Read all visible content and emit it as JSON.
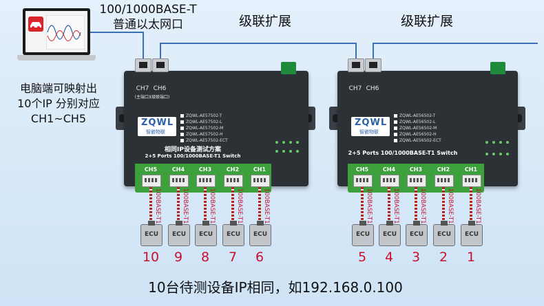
{
  "header": {
    "port_title_line1": "100/1000BASE-T",
    "port_title_line2": "普通以太网口",
    "cascade_label_1": "级联扩展",
    "cascade_label_2": "级联扩展"
  },
  "pc_caption": {
    "line1": "电脑端可映射出",
    "line2": "10个IP 分别对应",
    "line3": "CH1~CH5"
  },
  "switch_left": {
    "port_ch7": "CH7",
    "port_ch6": "CH6",
    "port_ch7_sub": "(主端口)",
    "port_ch6_sub": "(级联端口)",
    "brand": "ZQWL",
    "brand_cn": "智嵌物联",
    "models": [
      "ZQWL-AE57502-T",
      "ZQWL-AE57502-L",
      "ZQWL-AE57502-M",
      "ZQWL-AE57502-H",
      "ZQWL-AE57502-ECT"
    ],
    "solution_title": "相同IP设备测试方案",
    "product_name": "2+5 Ports 100/1000BASE-T1 Switch",
    "channels": [
      "CH5",
      "CH4",
      "CH3",
      "CH2",
      "CH1"
    ]
  },
  "switch_right": {
    "port_ch7": "CH7",
    "port_ch6": "CH6",
    "brand": "ZQWL",
    "brand_cn": "智嵌物联",
    "models": [
      "ZQWL-AE56502-T",
      "ZQWL-AE56502-L",
      "ZQWL-AE56502-M",
      "ZQWL-AE56502-H",
      "ZQWL-AE56502-ECT"
    ],
    "product_name": "2+5 Ports 100/1000BASE-T1 Switch",
    "channels": [
      "CH5",
      "CH4",
      "CH3",
      "CH2",
      "CH1"
    ]
  },
  "cable_label": "100BASE-T1",
  "ecu_label": "ECU",
  "ecu_numbers_left": [
    "10",
    "9",
    "8",
    "7",
    "6"
  ],
  "ecu_numbers_right": [
    "5",
    "4",
    "3",
    "2",
    "1"
  ],
  "footer": {
    "caption": "10台待测设备IP相同，如192.168.0.100"
  },
  "colors": {
    "background": "#d9eaf8",
    "cable": "#3c6fb4",
    "device_body": "#2c3136",
    "device_green": "#3ca03c",
    "number_red": "#c8102e"
  }
}
